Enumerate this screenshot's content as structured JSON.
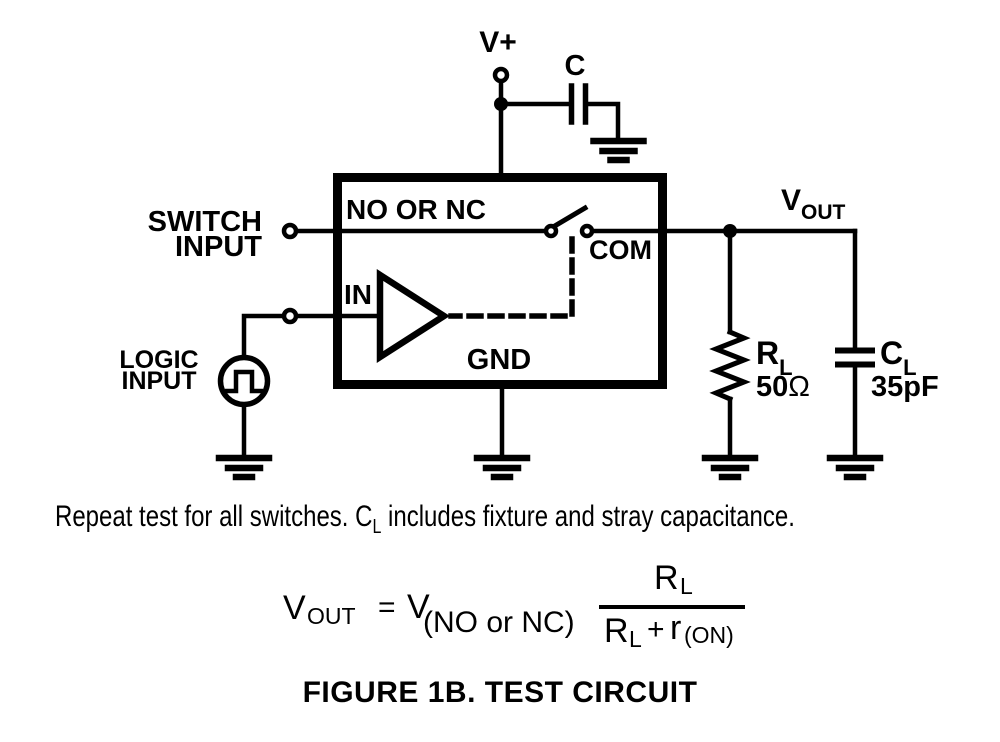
{
  "colors": {
    "ink": "#000000",
    "background": "#ffffff"
  },
  "circuit": {
    "supply_label": "V+",
    "bypass_cap_label": "C",
    "ic": {
      "no_or_nc": "NO OR NC",
      "com": "COM",
      "in_pin": "IN",
      "gnd": "GND"
    },
    "switch_input": {
      "line1": "SWITCH",
      "line2": "INPUT"
    },
    "logic_input": {
      "line1": "LOGIC",
      "line2": "INPUT"
    },
    "vout": {
      "base": "V",
      "sub": "OUT"
    },
    "rl": {
      "base": "R",
      "sub": "L",
      "value": "50",
      "unit": "Ω"
    },
    "cl": {
      "base": "C",
      "sub": "L",
      "value": "35pF"
    }
  },
  "note": {
    "part1": "Repeat test for all switches. C",
    "sub": "L",
    "part2": " includes fixture and stray capacitance."
  },
  "formula": {
    "lhs_base": "V",
    "lhs_sub": "OUT",
    "equals": "=",
    "rhs_base": "V",
    "rhs_sub": "(NO or NC)",
    "num_base": "R",
    "num_sub": "L",
    "den_base": "R",
    "den_sub": "L",
    "den_plus": "+",
    "den_r": "r",
    "den_r_sub": "(ON)"
  },
  "caption": "FIGURE 1B. TEST CIRCUIT"
}
